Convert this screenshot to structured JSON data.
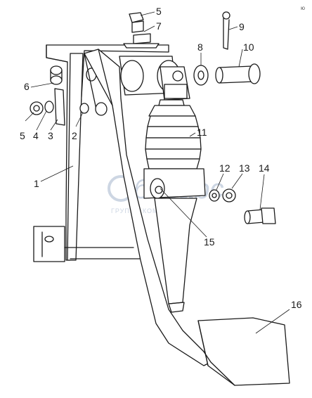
{
  "diagram": {
    "callouts": [
      {
        "id": "c5a",
        "text": "5"
      },
      {
        "id": "c7",
        "text": "7"
      },
      {
        "id": "c9",
        "text": "9"
      },
      {
        "id": "c8",
        "text": "8"
      },
      {
        "id": "c10",
        "text": "10"
      },
      {
        "id": "c6",
        "text": "6"
      },
      {
        "id": "c5b",
        "text": "5"
      },
      {
        "id": "c4",
        "text": "4"
      },
      {
        "id": "c3",
        "text": "3"
      },
      {
        "id": "c2",
        "text": "2"
      },
      {
        "id": "c11",
        "text": "11"
      },
      {
        "id": "c1",
        "text": "1"
      },
      {
        "id": "c12",
        "text": "12"
      },
      {
        "id": "c13",
        "text": "13"
      },
      {
        "id": "c14",
        "text": "14"
      },
      {
        "id": "c15",
        "text": "15"
      },
      {
        "id": "c16",
        "text": "16"
      }
    ],
    "watermark": {
      "main": "бегарс",
      "sub": "ГРУППА КОМПАНИЙ"
    },
    "corner_mark": "ю"
  }
}
